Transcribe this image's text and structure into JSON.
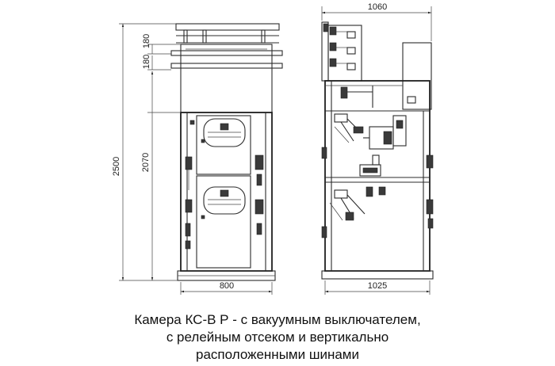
{
  "dimensions": {
    "front_height_total": "2500",
    "front_height_lower": "2070",
    "front_top_a": "180",
    "front_top_b": "180",
    "front_width": "800",
    "side_depth_top": "1060",
    "side_depth_bottom": "1025"
  },
  "caption": {
    "line1": "Камера КС-В Р - с вакуумным выключателем,",
    "line2": "с релейным отсеком и вертикально",
    "line3": "расположенными шинами"
  }
}
